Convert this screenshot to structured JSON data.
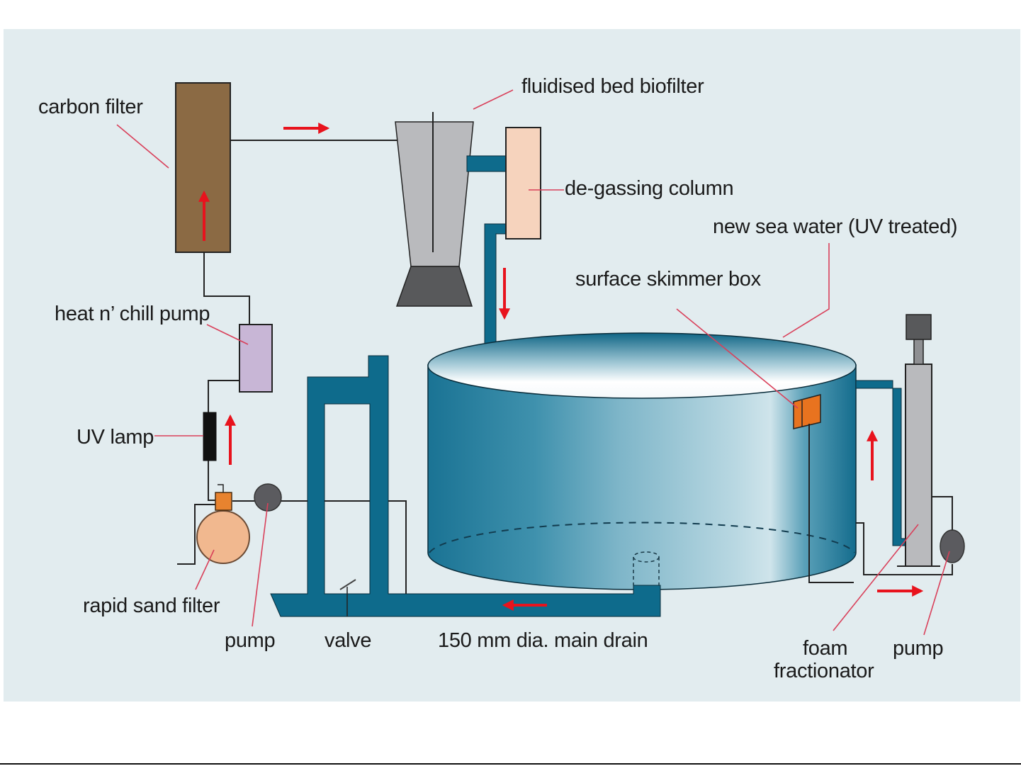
{
  "diagram": {
    "title": "Recirculating sea water aquaculture system",
    "colors": {
      "background": "#e2ecef",
      "pipe": "#0e6b8c",
      "flow_arrow": "#e8131d",
      "leader_line": "#d9405a",
      "carbon_filter": "#8b6a44",
      "degassing_column": "#f6d3bd",
      "heat_chill_pump": "#c8b6d6",
      "sand_filter": "#f1b88f",
      "skimmer_box": "#e8731f",
      "pump": "#5b5b5f",
      "biofilter": "#b9babd",
      "biofilter_base": "#58595b"
    },
    "labels": {
      "carbon_filter": "carbon filter",
      "fluidised_bed_biofilter": "fluidised bed biofilter",
      "degassing_column": "de-gassing column",
      "new_sea_water": "new sea water (UV treated)",
      "surface_skimmer_box": "surface skimmer box",
      "heat_chill_pump": "heat n’ chill pump",
      "uv_lamp": "UV lamp",
      "rapid_sand_filter": "rapid sand filter",
      "pump_left": "pump",
      "valve": "valve",
      "main_drain": "150 mm dia. main drain",
      "foam_line1": "foam",
      "foam_line2": "fractionator",
      "pump_right": "pump"
    },
    "flow_directions": [
      "right",
      "up",
      "up",
      "down",
      "left",
      "up",
      "right"
    ]
  }
}
